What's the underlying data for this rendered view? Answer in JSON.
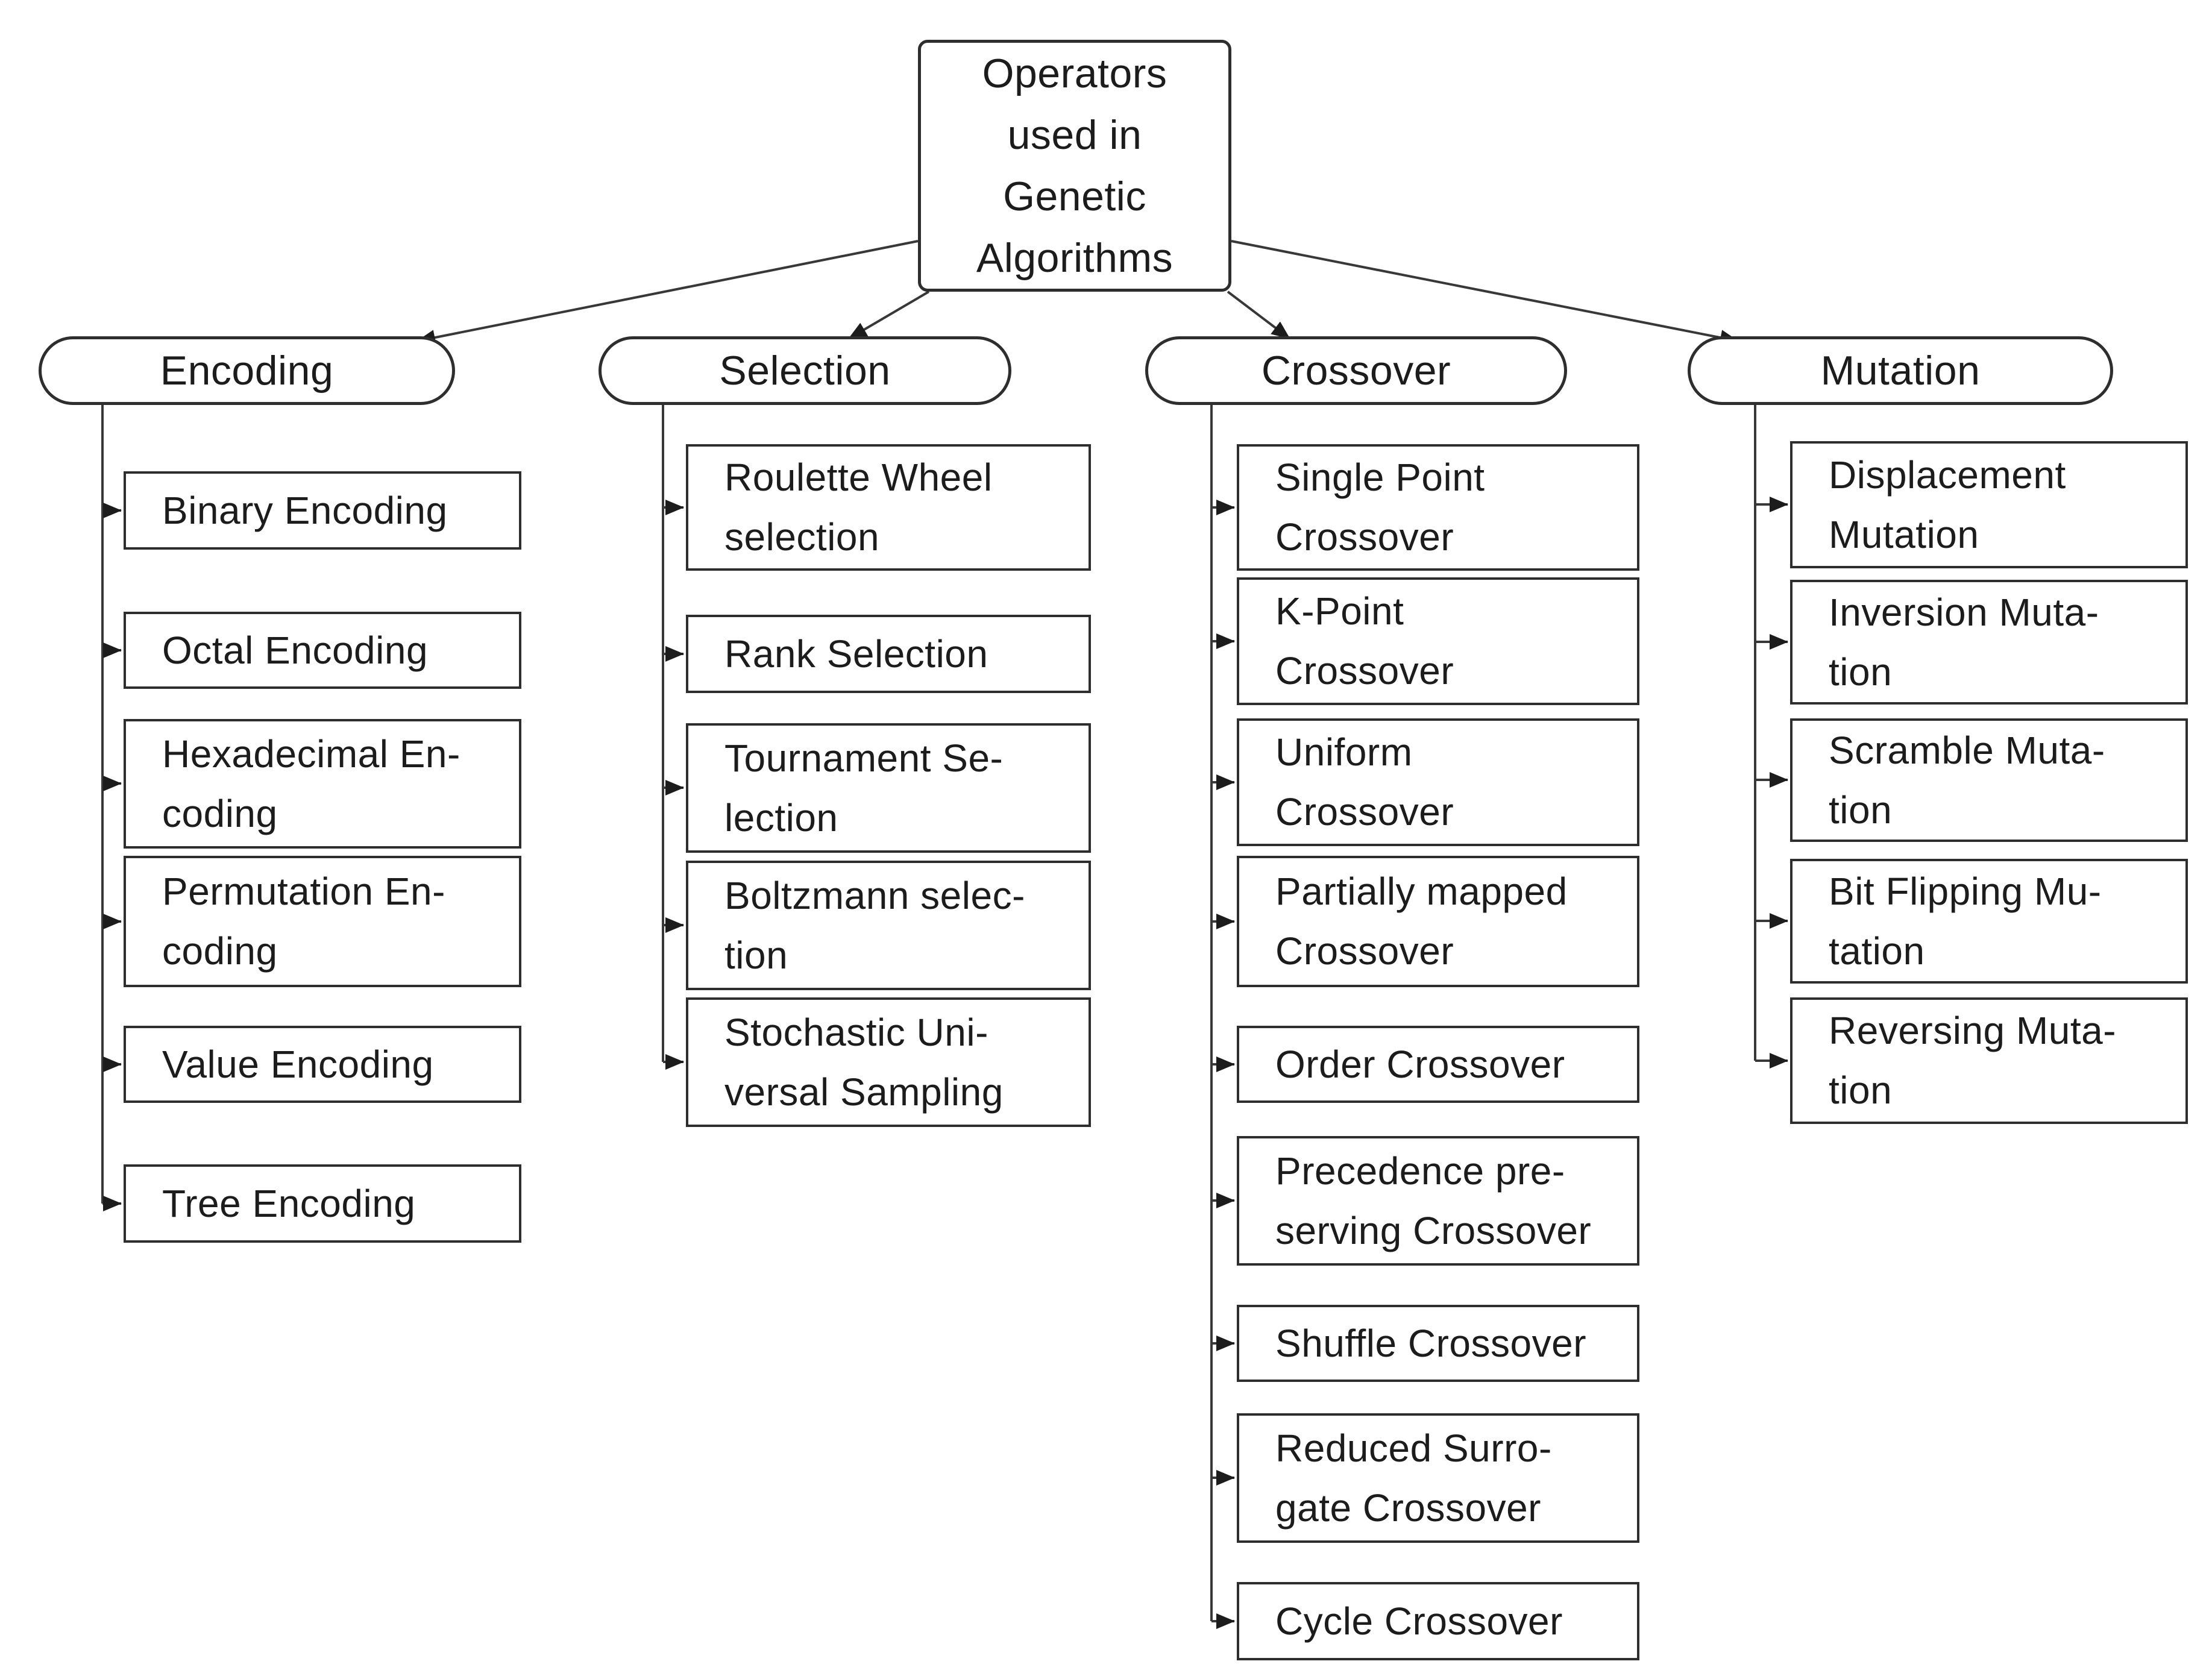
{
  "diagram": {
    "root": {
      "lines": [
        "Operators",
        "used in",
        "Genetic",
        "Algorithms"
      ]
    },
    "branches": [
      {
        "label": "Encoding",
        "children": [
          {
            "lines": [
              "Binary Encoding"
            ]
          },
          {
            "lines": [
              "Octal Encoding"
            ]
          },
          {
            "lines": [
              "Hexadecimal En-",
              "coding"
            ]
          },
          {
            "lines": [
              "Permutation En-",
              "coding"
            ]
          },
          {
            "lines": [
              "Value Encoding"
            ]
          },
          {
            "lines": [
              "Tree Encoding"
            ]
          }
        ]
      },
      {
        "label": "Selection",
        "children": [
          {
            "lines": [
              "Roulette Wheel",
              "selection"
            ]
          },
          {
            "lines": [
              "Rank Selection"
            ]
          },
          {
            "lines": [
              "Tournament Se-",
              "lection"
            ]
          },
          {
            "lines": [
              "Boltzmann selec-",
              "tion"
            ]
          },
          {
            "lines": [
              "Stochastic Uni-",
              "versal Sampling"
            ]
          }
        ]
      },
      {
        "label": "Crossover",
        "children": [
          {
            "lines": [
              "Single Point",
              "Crossover"
            ]
          },
          {
            "lines": [
              "K-Point",
              "Crossover"
            ]
          },
          {
            "lines": [
              "Uniform",
              "Crossover"
            ]
          },
          {
            "lines": [
              "Partially mapped",
              "Crossover"
            ]
          },
          {
            "lines": [
              "Order Crossover"
            ]
          },
          {
            "lines": [
              "Precedence pre-",
              "serving Crossover"
            ]
          },
          {
            "lines": [
              "Shuffle Crossover"
            ]
          },
          {
            "lines": [
              "Reduced Surro-",
              "gate Crossover"
            ]
          },
          {
            "lines": [
              "Cycle Crossover"
            ]
          }
        ]
      },
      {
        "label": "Mutation",
        "children": [
          {
            "lines": [
              "Displacement",
              "Mutation"
            ]
          },
          {
            "lines": [
              "Inversion Muta-",
              "tion"
            ]
          },
          {
            "lines": [
              "Scramble Muta-",
              "tion"
            ]
          },
          {
            "lines": [
              "Bit Flipping Mu-",
              "tation"
            ]
          },
          {
            "lines": [
              "Reversing Muta-",
              "tion"
            ]
          }
        ]
      }
    ]
  },
  "colors": {
    "background": "#ffffff",
    "stroke": "#2e2e2e",
    "text": "#1c1c1c"
  }
}
